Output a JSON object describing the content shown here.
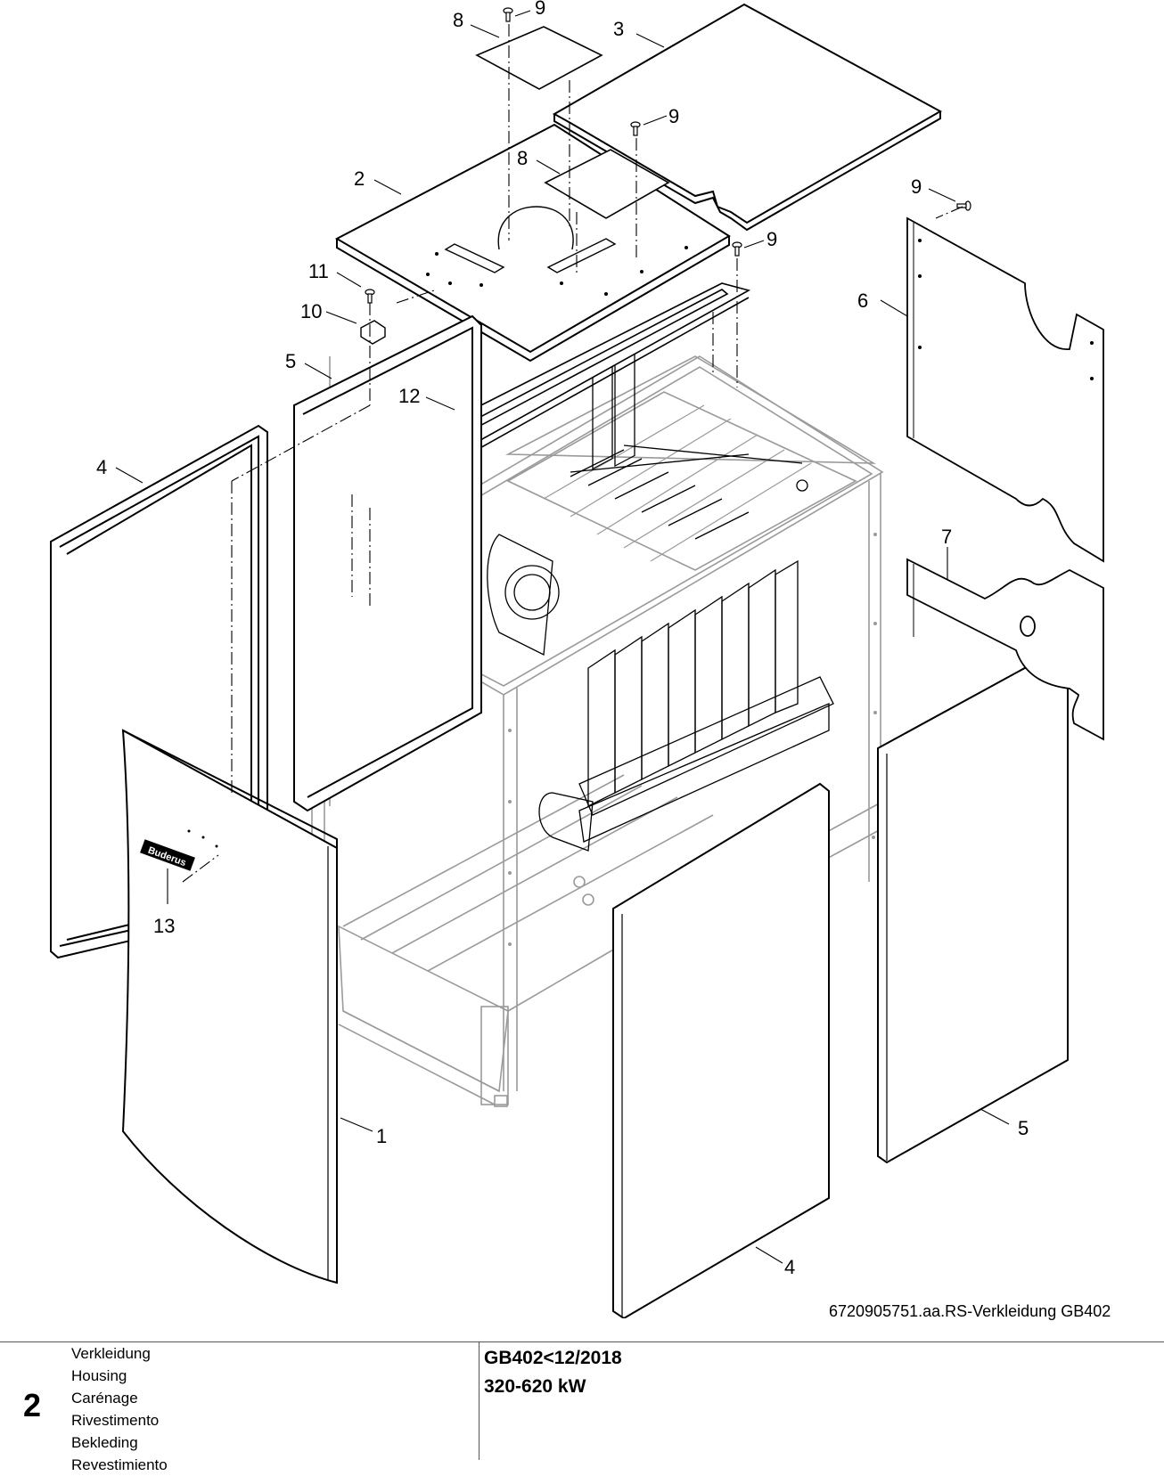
{
  "diagram": {
    "callouts": [
      "1",
      "2",
      "3",
      "4",
      "4",
      "5",
      "5",
      "6",
      "7",
      "8",
      "8",
      "9",
      "9",
      "9",
      "9",
      "10",
      "11",
      "12",
      "13"
    ],
    "logo_text": "Buderus"
  },
  "reference": "6720905751.aa.RS-Verkleidung GB402",
  "footer": {
    "section_number": "2",
    "labels": [
      "Verkleidung",
      "Housing",
      "Carénage",
      "Rivestimento",
      "Bekleding",
      "Revestimiento"
    ],
    "model": "GB402<12/2018",
    "power": "320-620 kW"
  },
  "colors": {
    "line": "#000000",
    "frame": "#9a9a9a"
  }
}
